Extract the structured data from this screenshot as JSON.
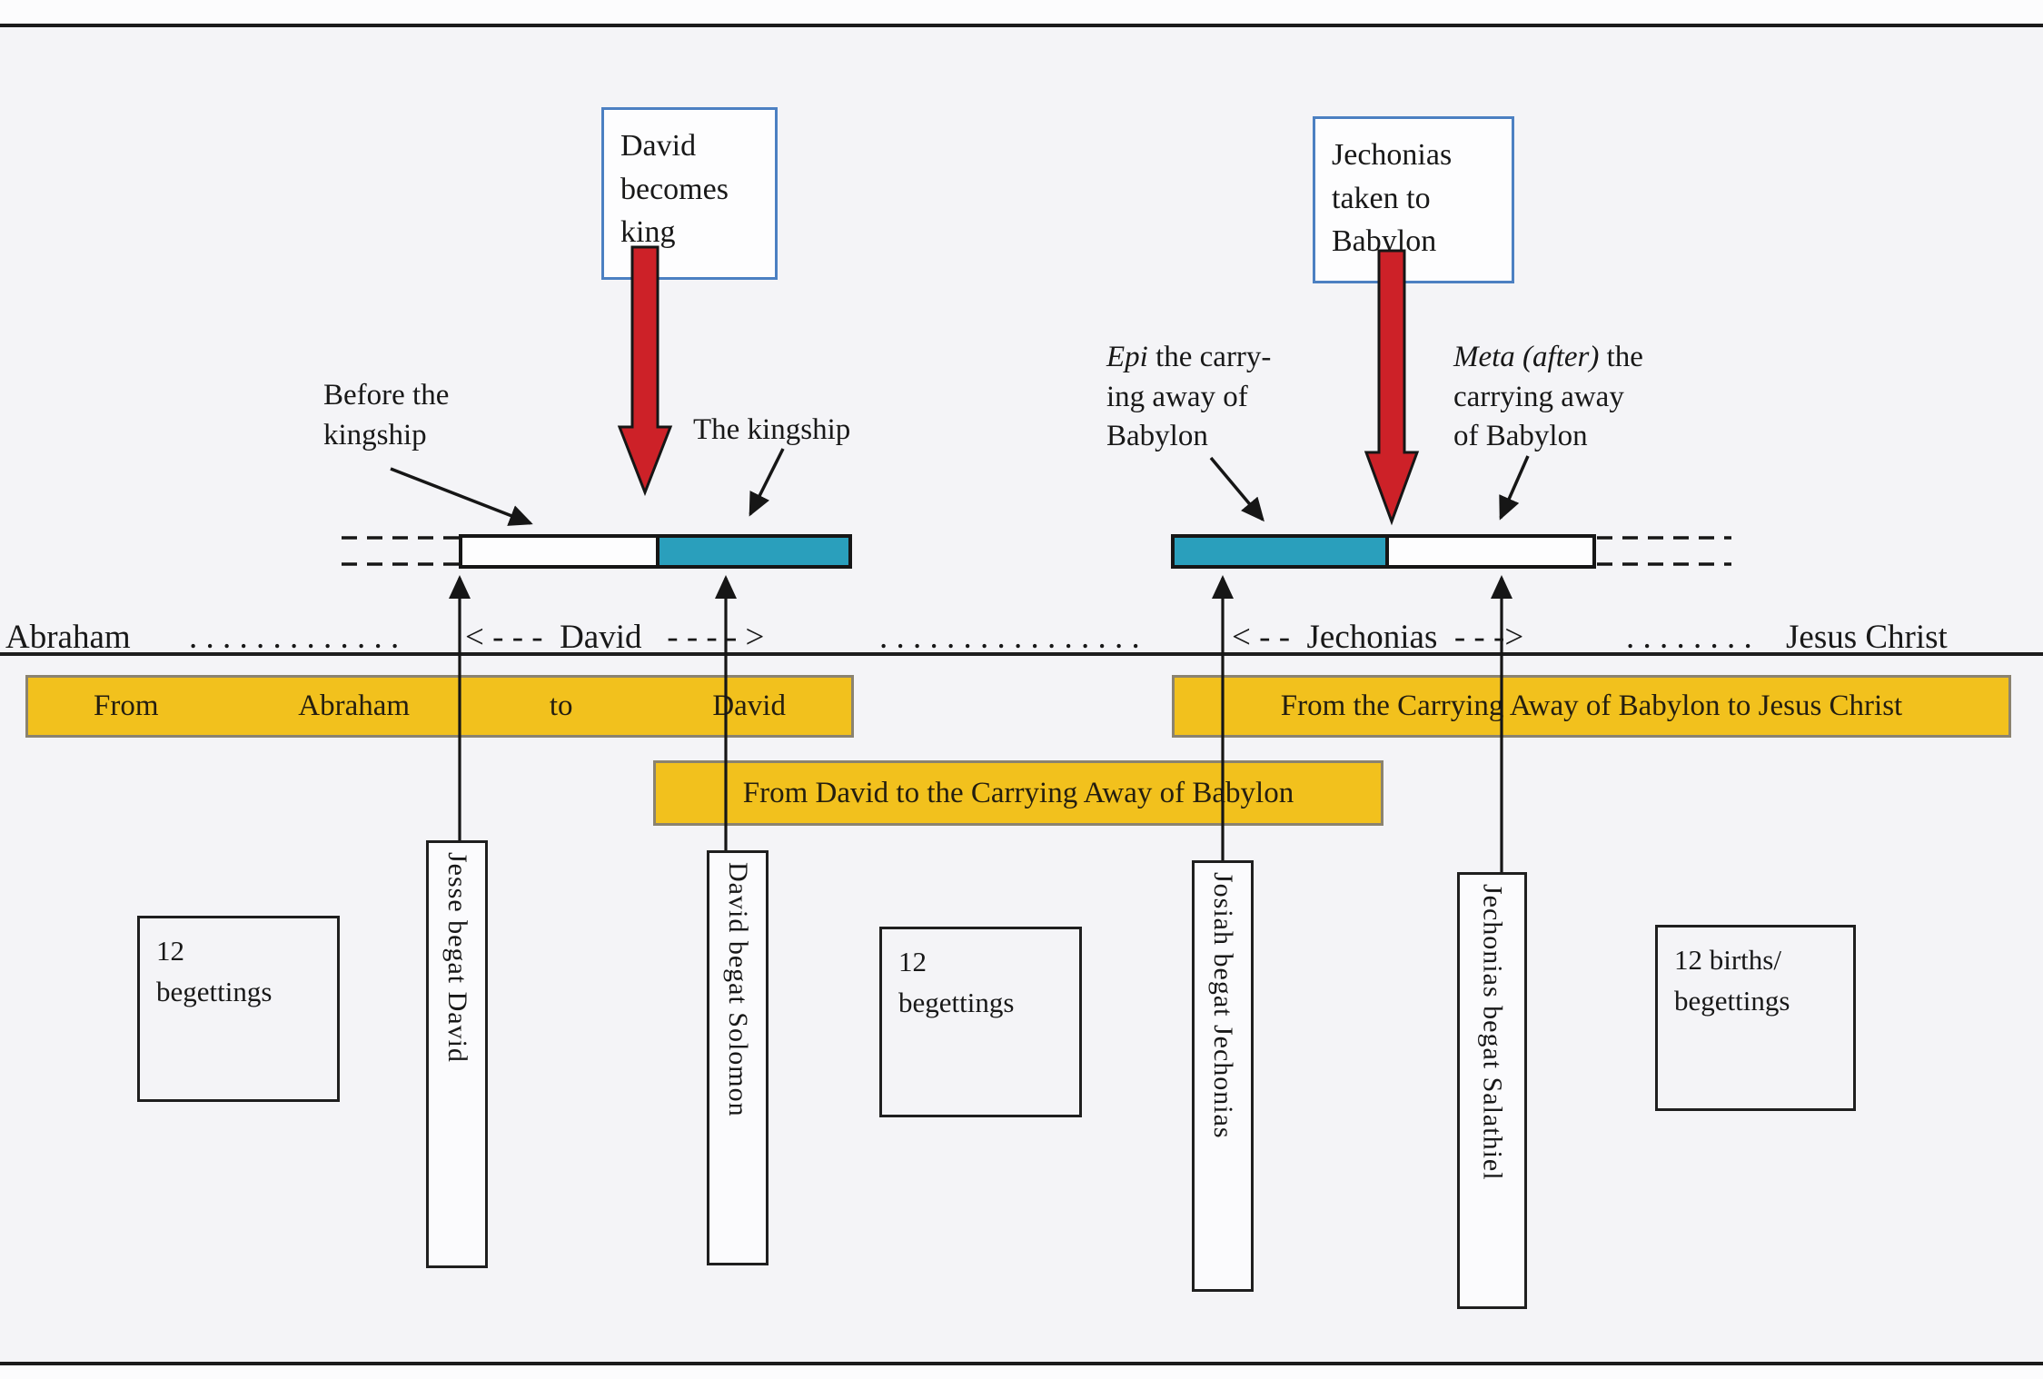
{
  "callouts": {
    "david_becomes_king": "David\nbecomes\nking",
    "jechonias_taken": "Jechonias\ntaken to\nBabylon"
  },
  "labels": {
    "before_kingship": "Before the\nkingship",
    "the_kingship": "The kingship",
    "epi": {
      "italic": "Epi",
      "rest": " the carry-\ning away of\nBabylon"
    },
    "meta": {
      "italic": "Meta (after)",
      "rest": " the\ncarrying away\nof Babylon"
    }
  },
  "timeline": {
    "abraham": "Abraham",
    "dots_1": ". . . . . . . . . . . . .",
    "david_span": "< - - -  David   - - - - >",
    "dots_2": ". . . . . . . . . . . . . . . .",
    "jechonias_span": "< - -  Jechonias  - - ->",
    "dots_3": ". . . . . . . .",
    "jesus_christ": "Jesus Christ"
  },
  "bands": {
    "abraham_to_david": [
      "From",
      "Abraham",
      "to",
      "David"
    ],
    "babylon_to_christ": "From the Carrying Away of Babylon to Jesus Christ",
    "david_to_babylon": "From David to the Carrying Away of Babylon"
  },
  "generations": {
    "jesse": "Jesse begat David",
    "solomon": "David begat Solomon",
    "josiah": "Josiah begat Jechonias",
    "salathiel": "Jechonias begat Salathiel"
  },
  "counts": {
    "left": "12\nbegettings",
    "middle": "12\nbegettings",
    "right": "12 births/\nbegettings"
  },
  "colors": {
    "teal": "#2a9fbc",
    "band_yellow": "#f2c11d",
    "arrow_red": "#cd2128",
    "callout_border_blue": "#4c80c2"
  }
}
